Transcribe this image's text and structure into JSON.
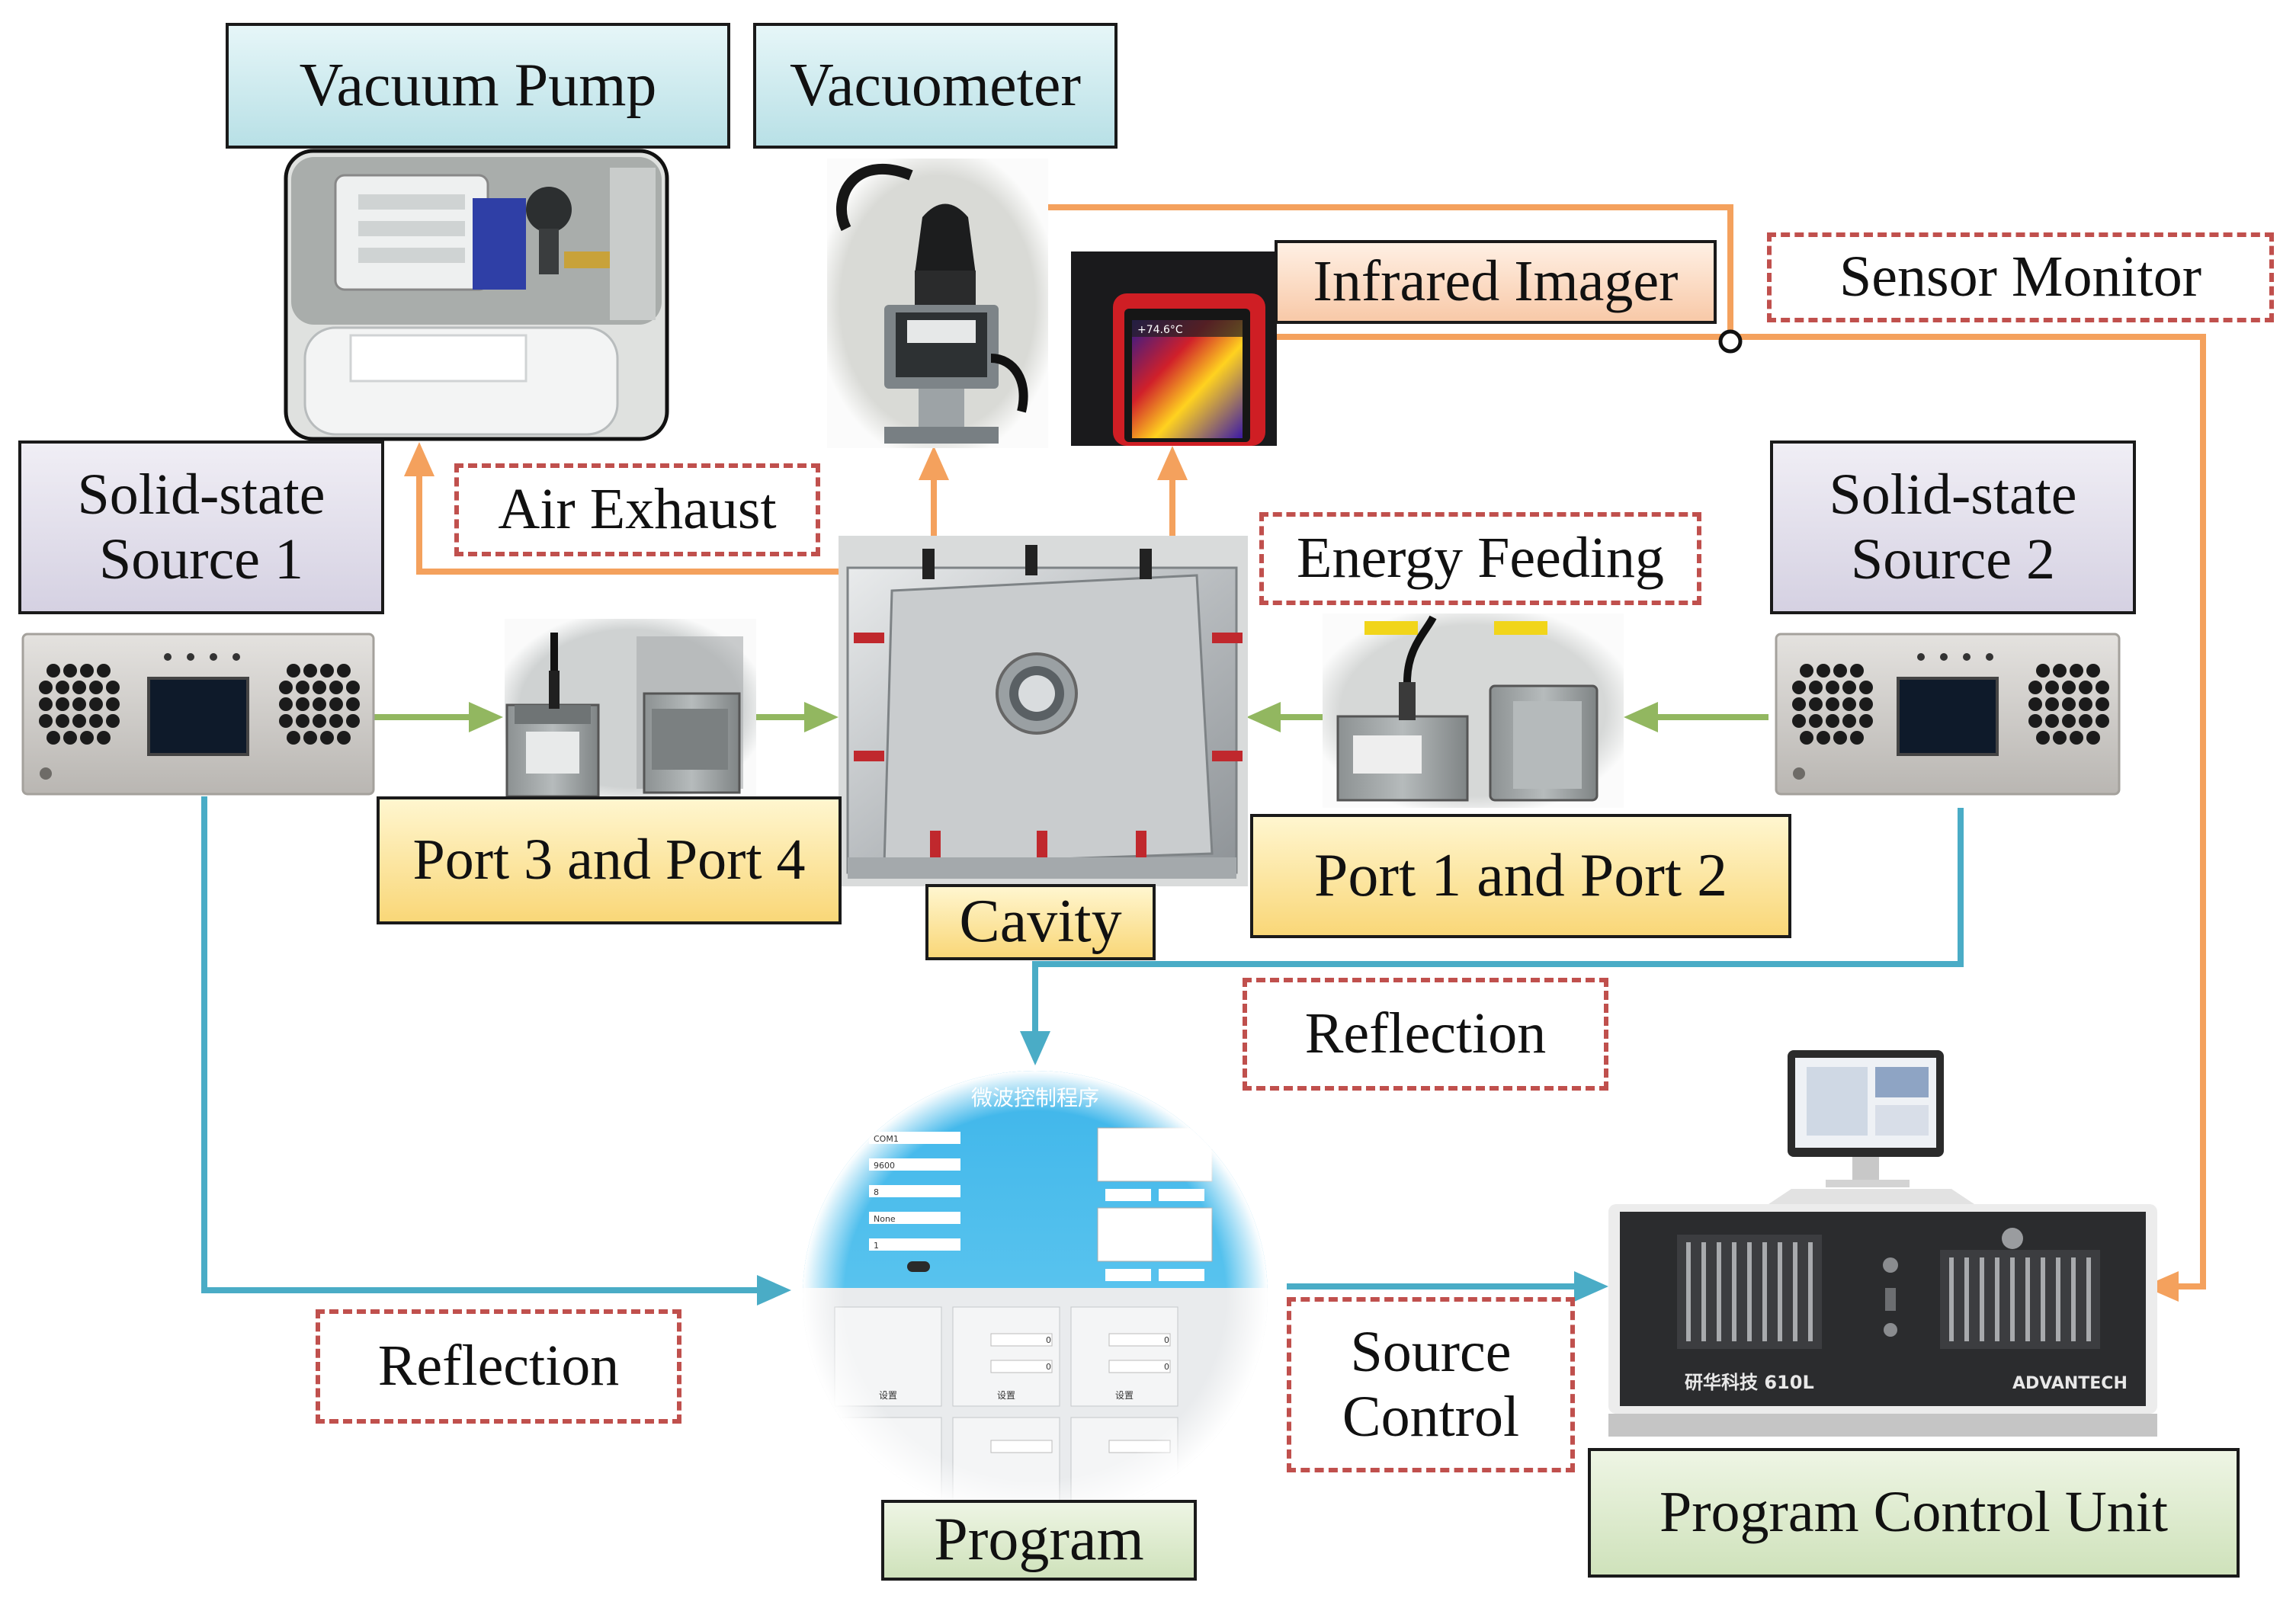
{
  "labels": {
    "vacuum_pump": "Vacuum Pump",
    "vacuometer": "Vacuometer",
    "infrared_imager": "Infrared Imager",
    "sensor_monitor": "Sensor Monitor",
    "solid_state_source_1": "Solid-state Source 1",
    "solid_state_source_2": "Solid-state Source 2",
    "air_exhaust": "Air Exhaust",
    "energy_feeding": "Energy Feeding",
    "port_3_and_port_4": "Port 3 and Port 4",
    "port_1_and_port_2": "Port 1 and Port 2",
    "cavity": "Cavity",
    "reflection_right": "Reflection",
    "reflection_left": "Reflection",
    "source_control": "Source Control",
    "program": "Program",
    "program_control_unit": "Program Control Unit"
  },
  "program_screen": {
    "title": "微波控制程序",
    "fields": [
      "COM1",
      "9600",
      "8",
      "None",
      "1"
    ],
    "button_a": "设置",
    "button_b": "设置",
    "button_c": "设置",
    "values": [
      "0",
      "0",
      "0",
      "0"
    ]
  },
  "ipc_text": {
    "brand_cn": "研华科技 610L",
    "brand_en": "ADVANTECH"
  },
  "colors": {
    "orange": "#f4a15d",
    "green": "#92b760",
    "blue": "#4aacc6",
    "dash_red": "#c0504d"
  }
}
